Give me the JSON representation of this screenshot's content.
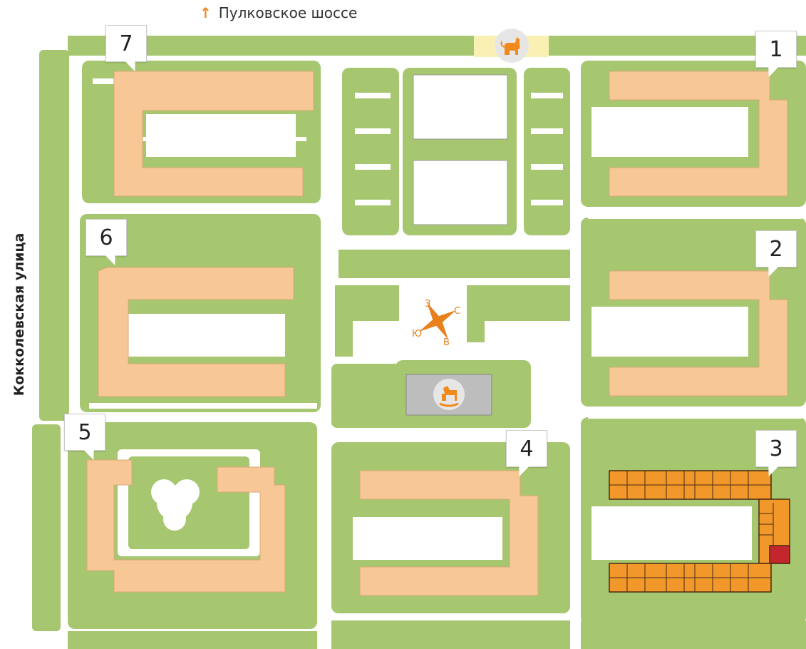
{
  "roads": {
    "top": "Пулковское шоссе",
    "left": "Кокколевская улица"
  },
  "compass": {
    "n": "С",
    "s": "Ю",
    "e": "В",
    "w": "З"
  },
  "buildings": [
    {
      "label": "1",
      "state": "default"
    },
    {
      "label": "2",
      "state": "default"
    },
    {
      "label": "3",
      "state": "selected"
    },
    {
      "label": "4",
      "state": "default"
    },
    {
      "label": "5",
      "state": "default"
    },
    {
      "label": "6",
      "state": "default"
    },
    {
      "label": "7",
      "state": "default"
    }
  ],
  "icons": {
    "dog_area": "dog-icon",
    "playground": "rocking-horse-icon",
    "road_direction": "arrow-up-icon"
  },
  "colors": {
    "lawn": "#a6c66f",
    "building": "#f7c796",
    "selected_building": "#f2982b",
    "selected_section": "#c4262e",
    "accent": "#f08a1c",
    "dog_strip": "#fbf0b4"
  }
}
